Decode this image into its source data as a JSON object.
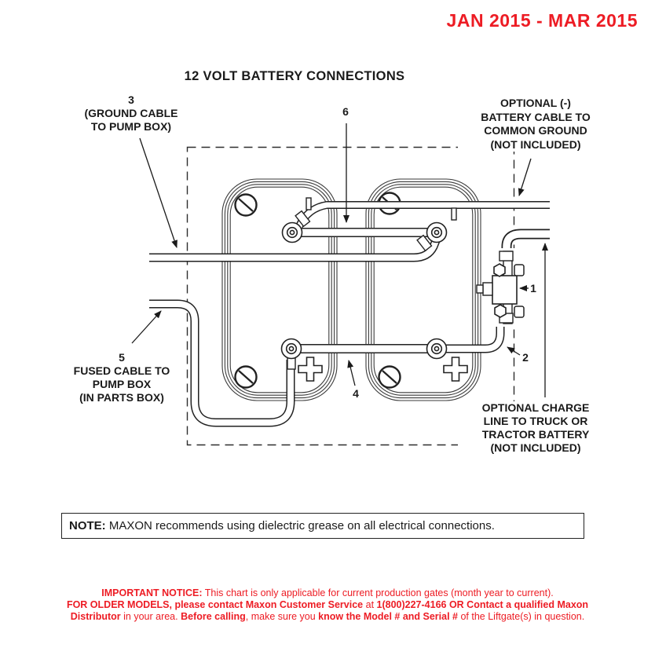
{
  "colors": {
    "red": "#ed1c24",
    "ink": "#1a1a1a",
    "line": "#2e2e2e"
  },
  "header": {
    "date_range": "JAN 2015 - MAR 2015",
    "title": "12 VOLT BATTERY CONNECTIONS"
  },
  "diagram": {
    "labels": {
      "ground_cable": {
        "lines": [
          "3",
          "(GROUND CABLE",
          "TO PUMP BOX)"
        ]
      },
      "item6": "6",
      "optional_ground": {
        "lines": [
          "OPTIONAL (-)",
          "BATTERY CABLE TO",
          "COMMON GROUND",
          "(NOT INCLUDED)"
        ]
      },
      "fused_cable": {
        "lines": [
          "5",
          "FUSED CABLE TO",
          "PUMP BOX",
          "(IN PARTS BOX)"
        ]
      },
      "item4": "4",
      "item1": "1",
      "item2": "2",
      "optional_charge": {
        "lines": [
          "OPTIONAL CHARGE",
          "LINE TO TRUCK OR",
          "TRACTOR BATTERY",
          "(NOT INCLUDED)"
        ]
      }
    }
  },
  "note": {
    "runs": [
      {
        "t": "NOTE:",
        "b": 1
      },
      {
        "t": " MAXON recommends using dielectric grease on all electrical connections.",
        "b": 0
      }
    ]
  },
  "notice": {
    "lines": [
      [
        {
          "t": "IMPORTANT NOTICE:",
          "b": 1
        },
        {
          "t": " This chart is only applicable for current production gates (month year to current).",
          "b": 0
        }
      ],
      [
        {
          "t": "FOR OLDER MODELS, please contact Maxon Customer Service",
          "b": 1
        },
        {
          "t": " at ",
          "b": 0
        },
        {
          "t": "1(800)227-4166 OR Contact a qualified Maxon",
          "b": 1
        }
      ],
      [
        {
          "t": "Distributor",
          "b": 1
        },
        {
          "t": " in your area. ",
          "b": 0
        },
        {
          "t": "Before calling",
          "b": 1
        },
        {
          "t": ", make sure you ",
          "b": 0
        },
        {
          "t": "know the Model # and Serial #",
          "b": 1
        },
        {
          "t": " of the Liftgate(s) in question.",
          "b": 0
        }
      ]
    ]
  }
}
